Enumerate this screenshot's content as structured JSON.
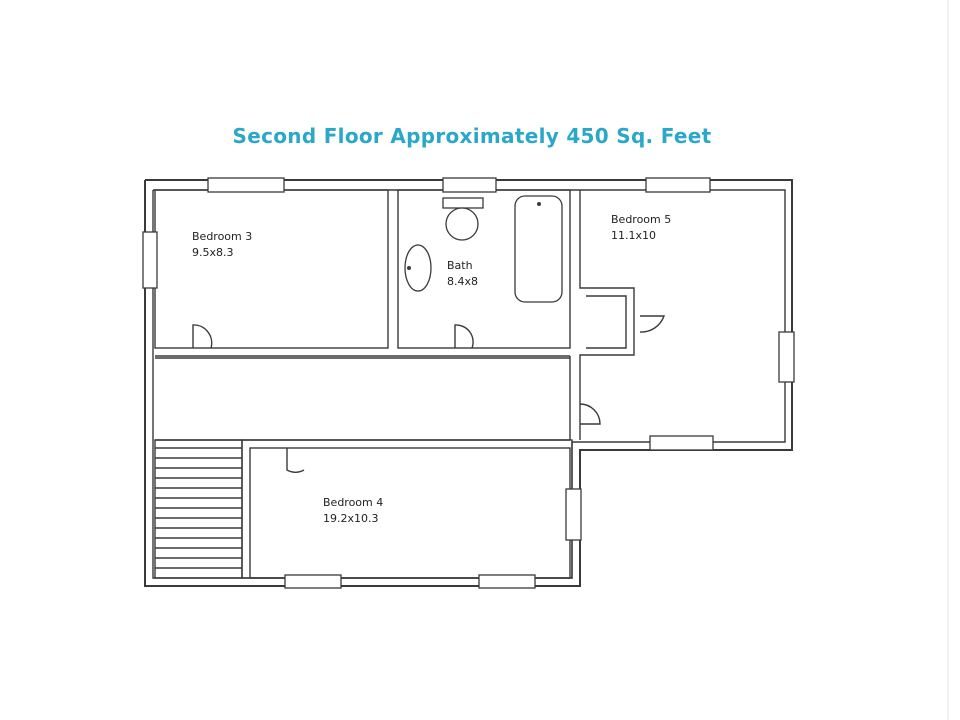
{
  "title": "Second Floor Approximately 450 Sq. Feet",
  "rooms": {
    "bedroom3": {
      "name": "Bedroom 3",
      "size": "9.5x8.3"
    },
    "bath": {
      "name": "Bath",
      "size": "8.4x8"
    },
    "bedroom5": {
      "name": "Bedroom 5",
      "size": "11.1x10"
    },
    "bedroom4": {
      "name": "Bedroom 4",
      "size": "19.2x10.3"
    }
  }
}
